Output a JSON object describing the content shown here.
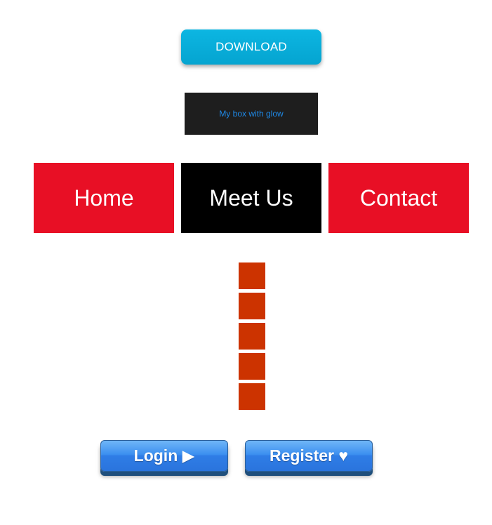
{
  "download": {
    "label": "DOWNLOAD",
    "color": "#05a4d0"
  },
  "glow_box": {
    "text": "My box with glow",
    "text_color": "#1e88e5"
  },
  "nav": {
    "items": [
      {
        "label": "Home",
        "color": "#e80f25"
      },
      {
        "label": "Meet Us",
        "color": "#000000"
      },
      {
        "label": "Contact",
        "color": "#e80f25"
      }
    ]
  },
  "squares": {
    "count": 5,
    "color": "#cc3300"
  },
  "buttons": {
    "login_label": "Login ▶",
    "register_label": "Register ♥",
    "color": "#3c8ff0"
  }
}
